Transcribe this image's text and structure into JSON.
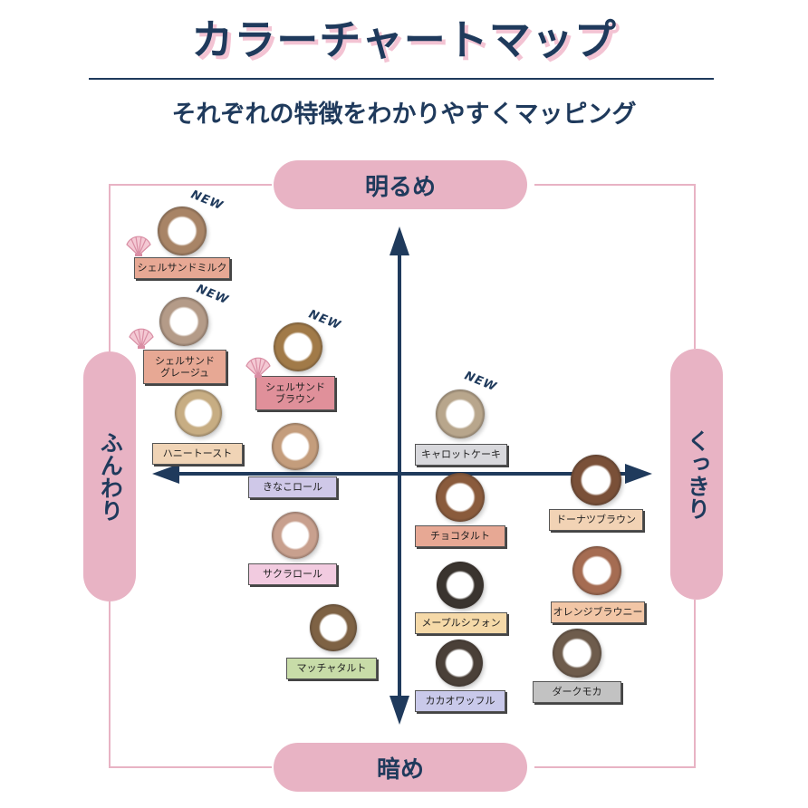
{
  "header": {
    "title": "カラーチャートマップ",
    "subtitle": "それぞれの特徴をわかりやすくマッピング"
  },
  "axes": {
    "top": "明るめ",
    "bottom": "暗め",
    "left": "ふんわり",
    "right": "くっきり"
  },
  "badge_new": "NEW",
  "products": [
    {
      "label": "シェルサンドミルク",
      "label2": "",
      "is_new": true,
      "shell": true,
      "color": "#a88466",
      "tag_color": "#e7a894"
    },
    {
      "label": "シェルサンド",
      "label2": "グレージュ",
      "is_new": true,
      "shell": true,
      "color": "#b49b88",
      "tag_color": "#e7a894"
    },
    {
      "label": "ハニートースト",
      "label2": "",
      "is_new": false,
      "shell": false,
      "color": "#c7ad83",
      "tag_color": "#f0d4b6"
    },
    {
      "label": "シェルサンド",
      "label2": "ブラウン",
      "is_new": true,
      "shell": true,
      "color": "#a17a48",
      "tag_color": "#e0909a"
    },
    {
      "label": "きなこロール",
      "label2": "",
      "is_new": false,
      "shell": false,
      "color": "#c49d7c",
      "tag_color": "#cfc8e8"
    },
    {
      "label": "サクラロール",
      "label2": "",
      "is_new": false,
      "shell": false,
      "color": "#c8a08e",
      "tag_color": "#f2cbe0"
    },
    {
      "label": "マッチャタルト",
      "label2": "",
      "is_new": false,
      "shell": false,
      "color": "#7e6244",
      "tag_color": "#c8dca8"
    },
    {
      "label": "キャロットケーキ",
      "label2": "",
      "is_new": true,
      "shell": false,
      "color": "#b8a68c",
      "tag_color": "#d8d8dc"
    },
    {
      "label": "チョコタルト",
      "label2": "",
      "is_new": false,
      "shell": false,
      "color": "#8a5b3c",
      "tag_color": "#e7a894"
    },
    {
      "label": "メープルシフォン",
      "label2": "",
      "is_new": false,
      "shell": false,
      "color": "#3a342f",
      "tag_color": "#f5d9a8"
    },
    {
      "label": "カカオワッフル",
      "label2": "",
      "is_new": false,
      "shell": false,
      "color": "#4a4038",
      "tag_color": "#c9c9ea"
    },
    {
      "label": "ドーナツブラウン",
      "label2": "",
      "is_new": false,
      "shell": false,
      "color": "#7a5038",
      "tag_color": "#f2d3b5"
    },
    {
      "label": "オレンジブラウニー",
      "label2": "",
      "is_new": false,
      "shell": false,
      "color": "#a56c52",
      "tag_color": "#f2c6a6"
    },
    {
      "label": "ダークモカ",
      "label2": "",
      "is_new": false,
      "shell": false,
      "color": "#6e5c4c",
      "tag_color": "#c2c2c2"
    }
  ],
  "colors": {
    "navy": "#1f3a5c",
    "pink": "#e8b3c4",
    "title_shadow": "#f3c3d3"
  }
}
